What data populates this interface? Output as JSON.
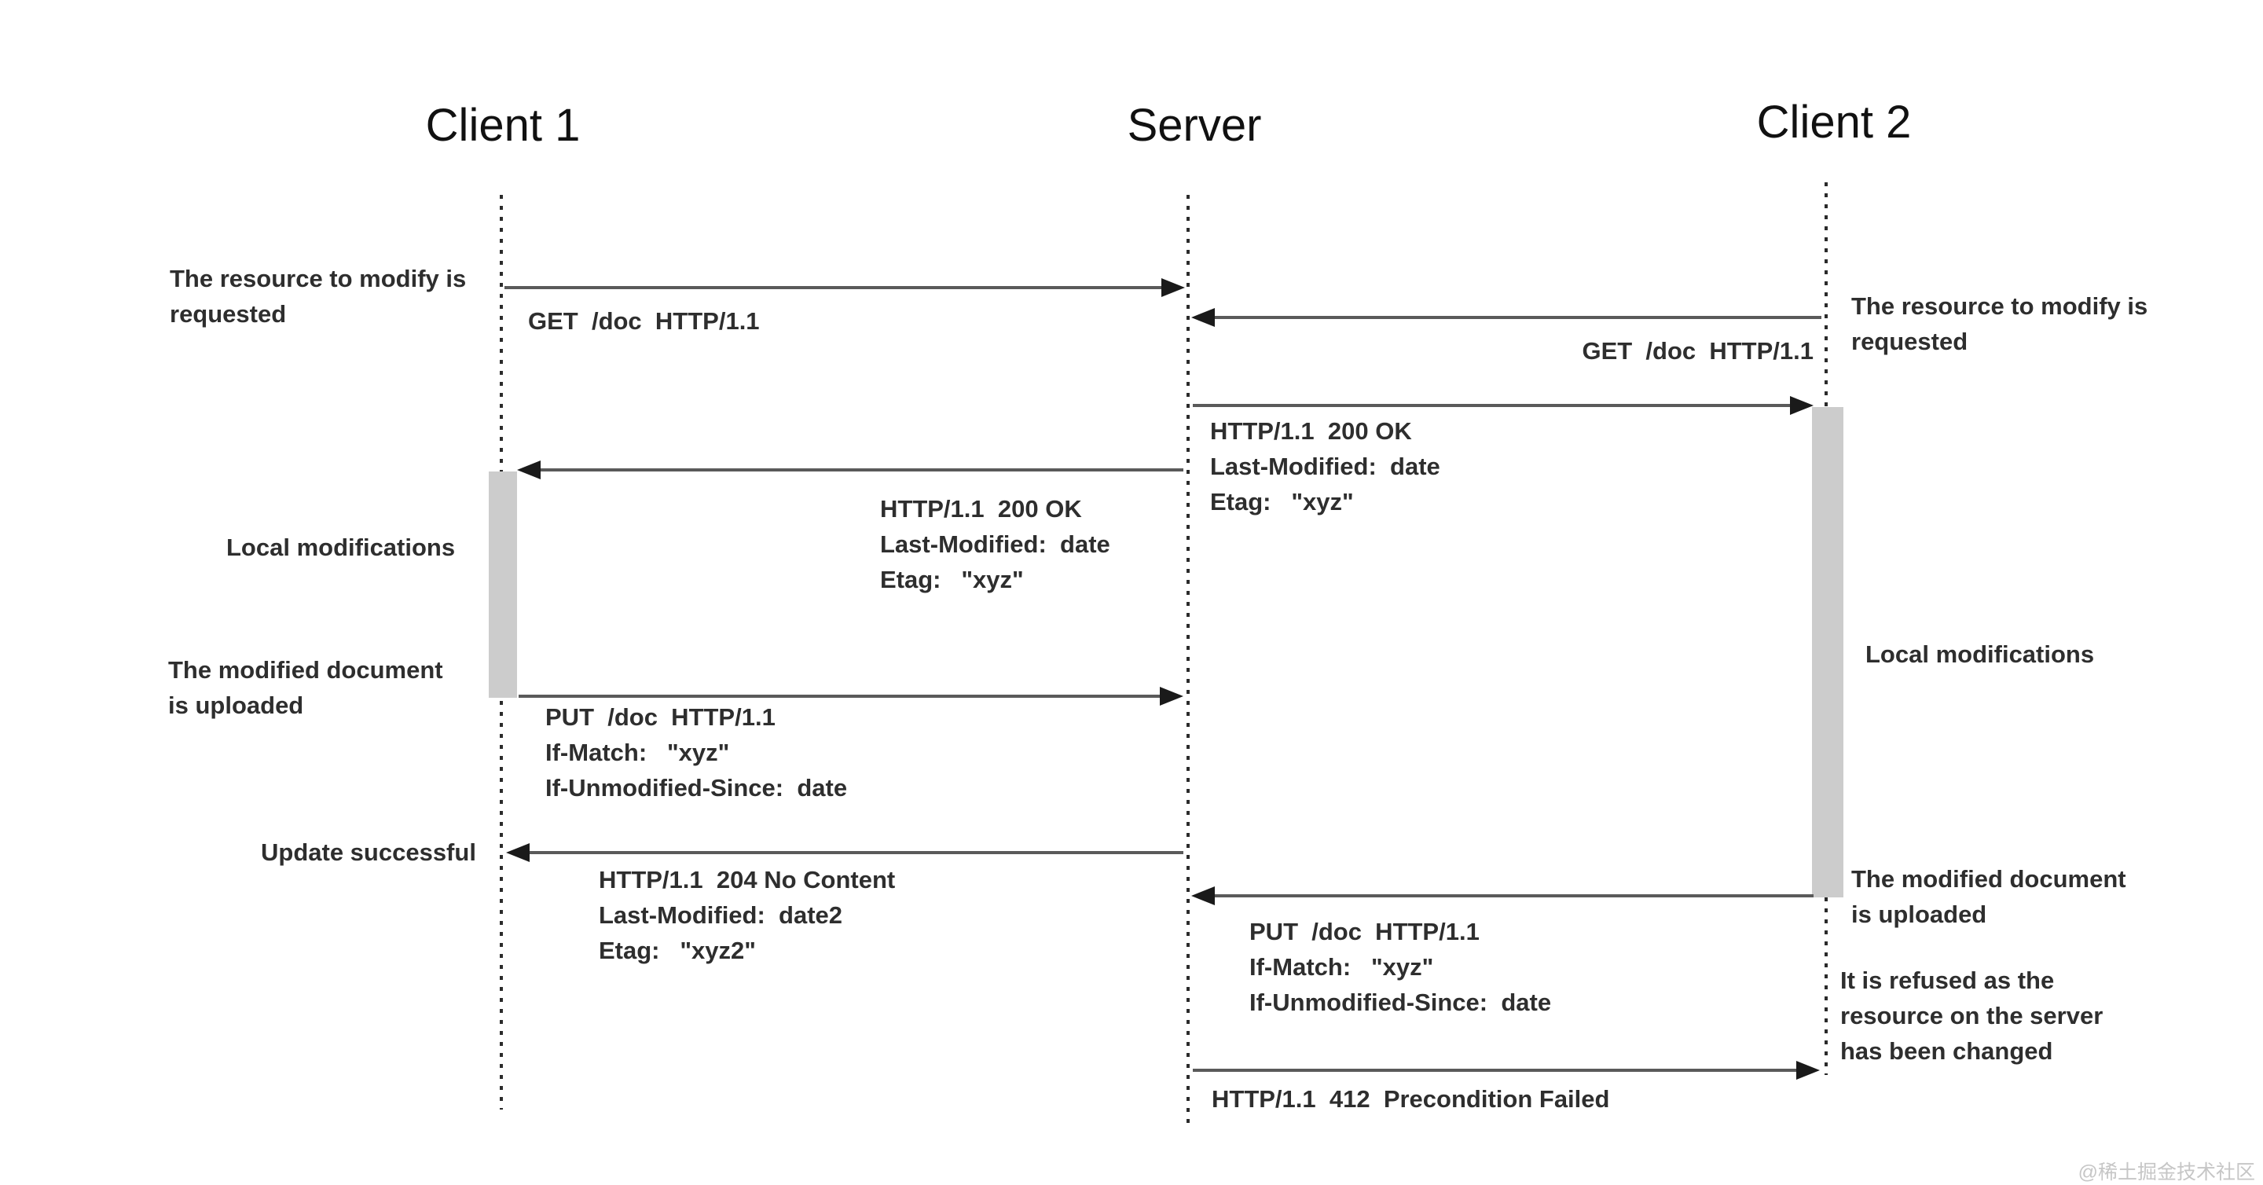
{
  "actors": {
    "client1": "Client 1",
    "server": "Server",
    "client2": "Client 2"
  },
  "messages": {
    "get_c1": "GET  /doc  HTTP/1.1",
    "get_c2": "GET  /doc  HTTP/1.1",
    "resp200_to_c2": "HTTP/1.1  200 OK\nLast-Modified:  date\nEtag:   \"xyz\"",
    "resp200_to_c1": "HTTP/1.1  200 OK\nLast-Modified:  date\nEtag:   \"xyz\"",
    "put_c1": "PUT  /doc  HTTP/1.1\nIf-Match:   \"xyz\"\nIf-Unmodified-Since:  date",
    "resp204_to_c1": "HTTP/1.1  204 No Content\nLast-Modified:  date2\nEtag:   \"xyz2\"",
    "put_c2": "PUT  /doc  HTTP/1.1\nIf-Match:   \"xyz\"\nIf-Unmodified-Since:  date",
    "resp412_to_c2": "HTTP/1.1  412  Precondition Failed"
  },
  "annotations": {
    "left_request": "The resource to modify is\nrequested",
    "left_local_mods": "Local modifications",
    "left_upload": "The modified document\nis uploaded",
    "left_update_ok": "Update successful",
    "right_request": "The resource to modify is\nrequested",
    "right_local_mods": "Local modifications",
    "right_upload": "The modified document\nis uploaded",
    "right_refused": "It is refused as the\nresource on the server\nhas been changed"
  },
  "watermark": "@稀土掘金技术社区",
  "colors": {
    "background": "#ffffff",
    "text": "#2e2e2e",
    "arrow_shaft": "#5a5a5a",
    "arrow_head": "#1a1a1a",
    "activation_bar": "#cccccc",
    "watermark": "#c6c6c6"
  }
}
